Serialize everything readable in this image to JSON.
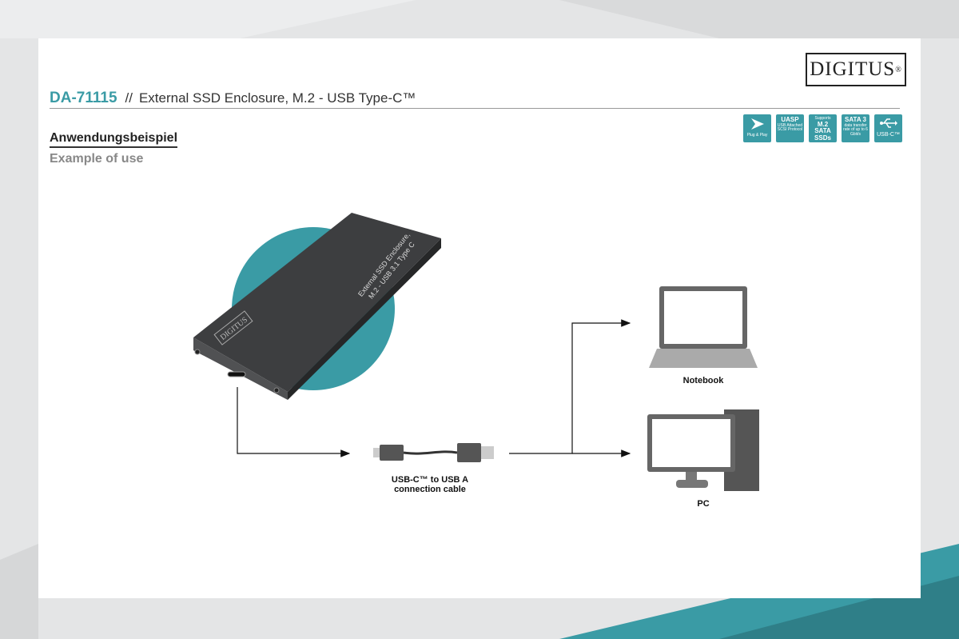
{
  "header": {
    "product_code": "DA-71115",
    "separator": "//",
    "title": "External SSD Enclosure, M.2 - USB Type-C™"
  },
  "logo": {
    "text": "DIGITUS",
    "mark": "®"
  },
  "section": {
    "title_de": "Anwendungsbeispiel",
    "title_en": "Example of use"
  },
  "badges": [
    {
      "title": "",
      "text": "Plug & Play",
      "icon": "play-arrow-icon"
    },
    {
      "title": "UASP",
      "text": "USB Attached SCSI Protocol"
    },
    {
      "title": "M.2 SATA SSDs",
      "text": "Supports"
    },
    {
      "title": "SATA 3",
      "text": "data transfer rate of up to 6 Gbit/s"
    },
    {
      "title": "USB-C™",
      "text": "",
      "icon": "usb-icon"
    }
  ],
  "product": {
    "label_line1": "External SSD Enclosure,",
    "label_line2": "M.2 - USB 3.1 Type C",
    "brand": "DIGITUS"
  },
  "cable": {
    "caption_line1": "USB-C™ to USB A",
    "caption_line2": "connection cable"
  },
  "devices": {
    "notebook": "Notebook",
    "pc": "PC"
  },
  "colors": {
    "accent": "#3a9ba5",
    "background": "#e4e5e6"
  }
}
